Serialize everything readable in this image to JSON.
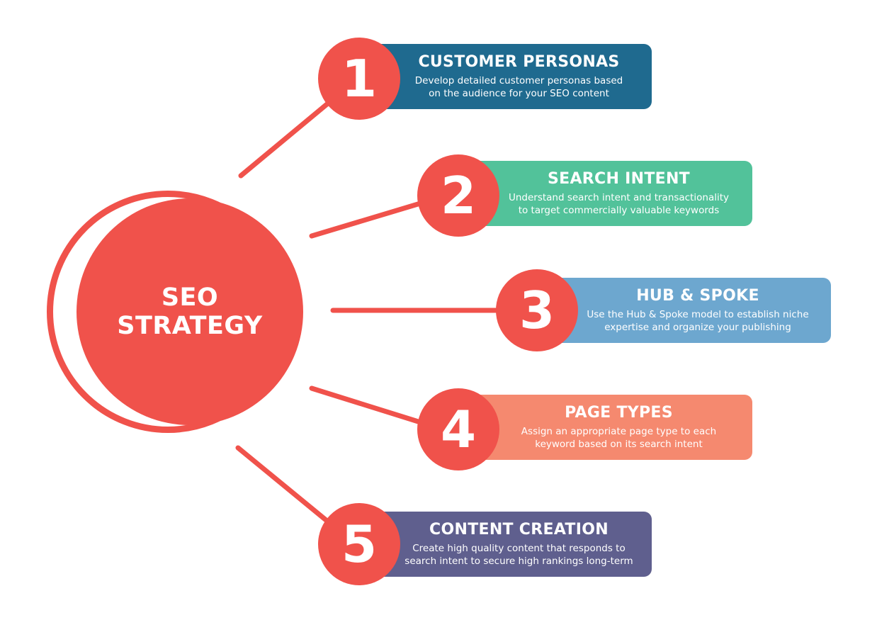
{
  "center": {
    "title_line1": "SEO",
    "title_line2": "STRATEGY"
  },
  "colors": {
    "accent": "#f0524b",
    "step1": "#1f6a8f",
    "step2": "#52c29a",
    "step3": "#6da7cf",
    "step4": "#f5896f",
    "step5": "#5f5f8e"
  },
  "steps": [
    {
      "number": "1",
      "title": "CUSTOMER PERSONAS",
      "desc_line1": "Develop detailed customer personas based",
      "desc_line2": "on the audience for your SEO content"
    },
    {
      "number": "2",
      "title": "SEARCH INTENT",
      "desc_line1": "Understand search intent and transactionality",
      "desc_line2": "to target commercially valuable keywords"
    },
    {
      "number": "3",
      "title": "HUB & SPOKE",
      "desc_line1": "Use the Hub & Spoke model to establish niche",
      "desc_line2": "expertise and organize your publishing"
    },
    {
      "number": "4",
      "title": "PAGE TYPES",
      "desc_line1": "Assign an appropriate page type to each",
      "desc_line2": "keyword based on its search intent"
    },
    {
      "number": "5",
      "title": "CONTENT CREATION",
      "desc_line1": "Create high quality content that responds to",
      "desc_line2": "search intent to secure high rankings long-term"
    }
  ]
}
